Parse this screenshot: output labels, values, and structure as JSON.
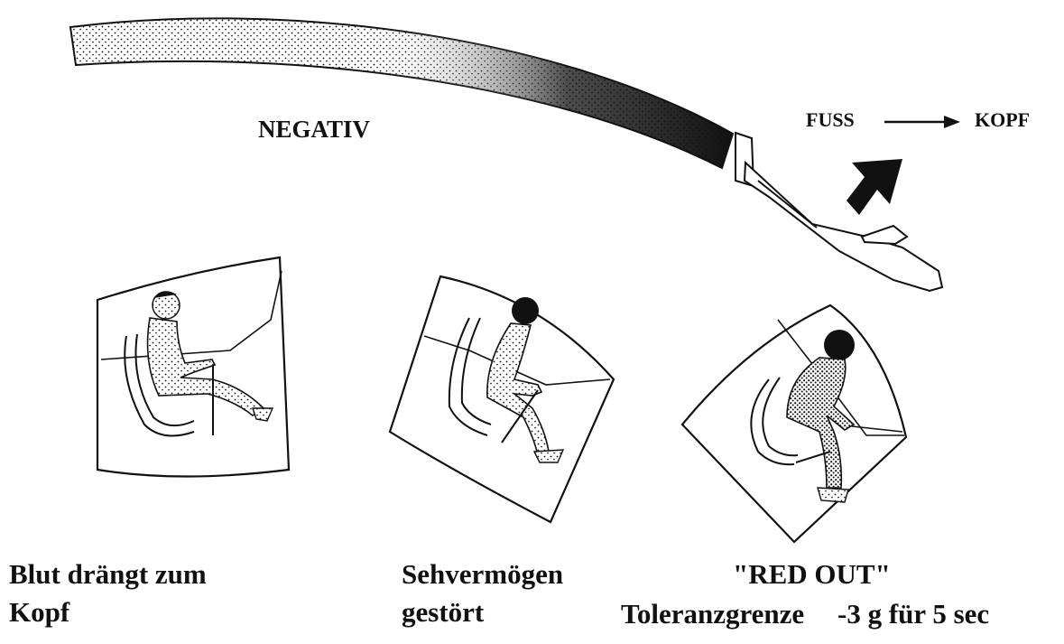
{
  "labels": {
    "negativ": "NEGATIV",
    "fuss": "FUSS",
    "kopf_dir": "KOPF",
    "panel1_line1": "Blut drängt zum",
    "panel1_line2": "Kopf",
    "panel2_line1": "Sehvermögen",
    "panel2_line2": "gestört",
    "panel3_line1": "\"RED OUT\"",
    "toleranz": "Toleranzgrenze",
    "limit": "-3 g für 5 sec"
  },
  "icons": {
    "direction_arrow": "thick-arrow-up-right-icon",
    "fuss_kopf_arrow": "arrow-right-icon",
    "glider": "glider-icon",
    "pilot": "pilot-in-cockpit-icon"
  },
  "colors": {
    "ink": "#111111",
    "paper": "#ffffff"
  }
}
